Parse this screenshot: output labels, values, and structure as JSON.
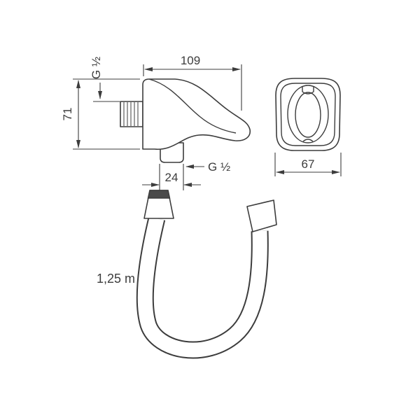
{
  "drawing": {
    "line_color": "#3c3c3c",
    "background_color": "#ffffff",
    "side_view": {
      "dim_width": "109",
      "thread_top": "G ½",
      "dim_height": "71",
      "dim_outlet_width": "24",
      "thread_bottom": "G ½"
    },
    "holder_view": {
      "dim_width": "67"
    },
    "hose": {
      "length_label": "1,25 m"
    }
  }
}
